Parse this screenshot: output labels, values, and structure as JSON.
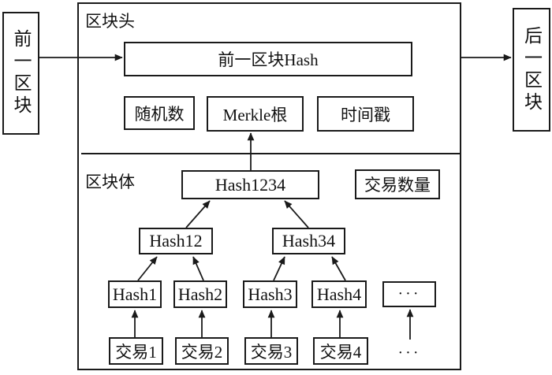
{
  "page": {
    "background": "#ffffff",
    "line_color": "#1a1a1a"
  },
  "prev_block": {
    "label": "前一区块"
  },
  "next_block": {
    "label": "后一区块"
  },
  "block_header": {
    "label": "区块头",
    "prev_hash_label": "前一区块Hash",
    "nonce_label": "随机数",
    "merkle_root_label": "Merkle根",
    "timestamp_label": "时间戳"
  },
  "block_body": {
    "label": "区块体",
    "tx_count_label": "交易数量",
    "merkle_tree": {
      "root": "Hash1234",
      "level2": [
        "Hash12",
        "Hash34"
      ],
      "level1": [
        "Hash1",
        "Hash2",
        "Hash3",
        "Hash4",
        "···"
      ],
      "transactions": [
        "交易1",
        "交易2",
        "交易3",
        "交易4",
        "···"
      ]
    }
  }
}
